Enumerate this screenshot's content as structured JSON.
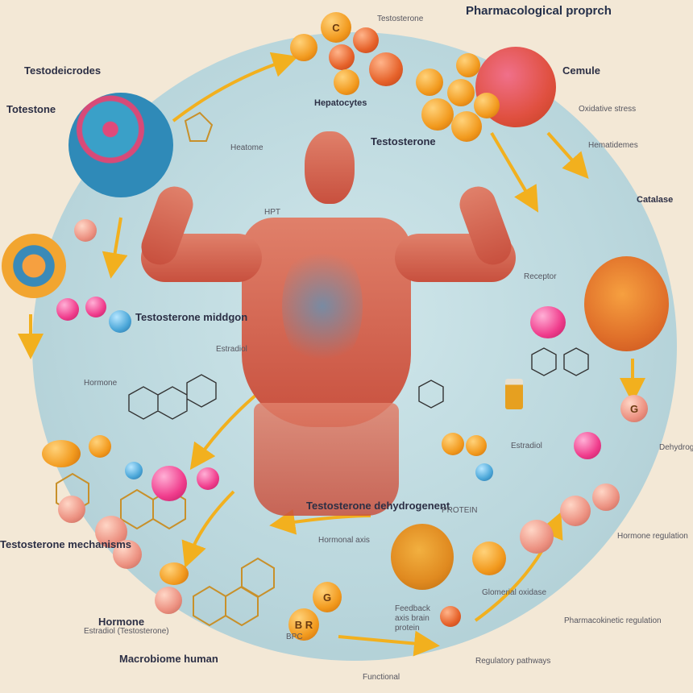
{
  "labels": [
    "Pharmacological proprch",
    "Testosterone",
    "Hepatocytes",
    "Cemule",
    "Testodeicrodes",
    "Totestone",
    "Testosterone middgon",
    "Testosterone dehydrogenent",
    "Testosterone mechanisms",
    "Catalase",
    "Macrobiome human",
    "Hormone",
    "Estradiol",
    "Oxidative stress",
    "Testosterone",
    "Hormone",
    "Estradiol",
    "Heatome",
    "Receptor",
    "Glomerial oxidase",
    "Feedback axis brain protein",
    "Dehydrogenase",
    "Hormonal axis",
    "Estradiol (Testosterone)",
    "Pharmacokinetic regulation",
    "Regulatory pathways",
    "Hormone regulation",
    "Hematidemes",
    "Functional",
    "PROTEIN",
    "HPT",
    "BPC"
  ],
  "sphere_marks": {
    "c": "C",
    "g": "G",
    "br": "B R",
    "g2": "G"
  },
  "colors": {
    "background": "#f3e8d6",
    "disc": "#b9d6dc",
    "arrow": "#f2b01e",
    "muscle": "#d0604c"
  }
}
